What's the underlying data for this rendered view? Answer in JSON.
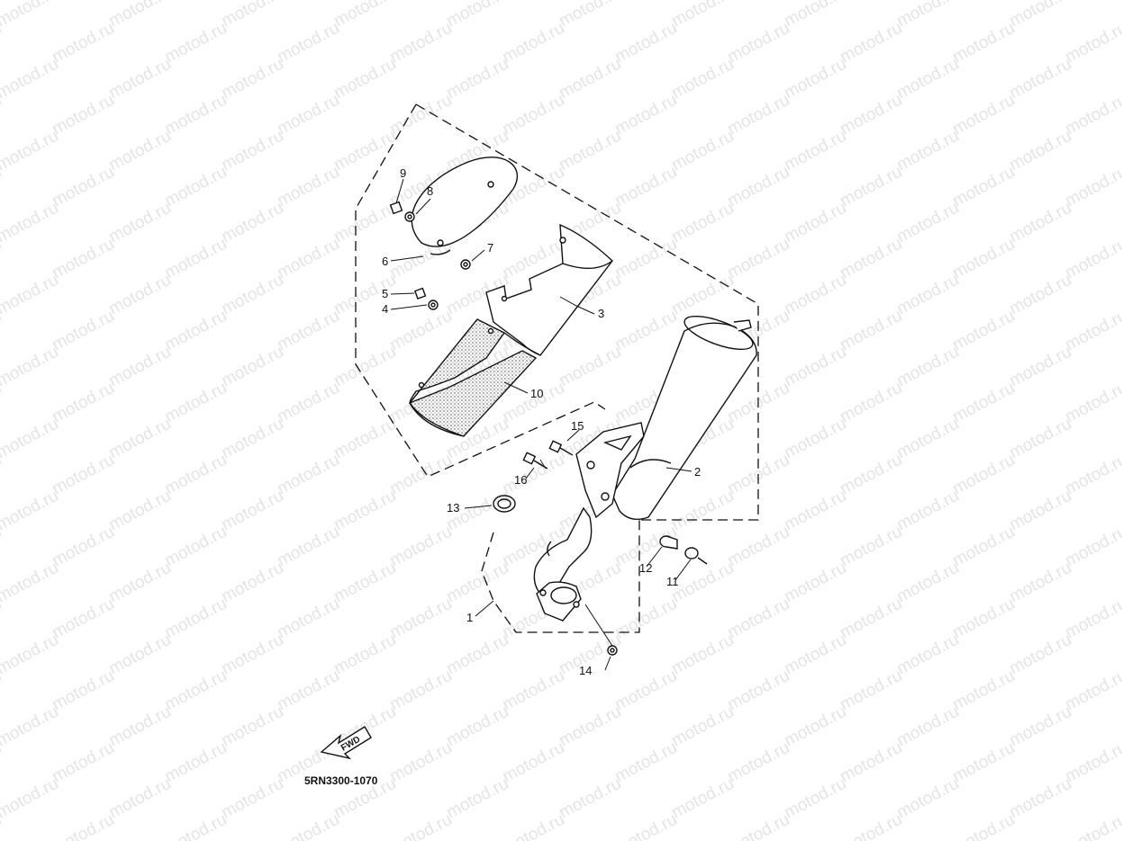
{
  "watermark": "motod.ru",
  "diagram_code": "5RN3300-1070",
  "direction_label": "FWD",
  "callouts": [
    {
      "id": "1",
      "label": "1"
    },
    {
      "id": "2",
      "label": "2"
    },
    {
      "id": "3",
      "label": "3"
    },
    {
      "id": "4",
      "label": "4"
    },
    {
      "id": "5",
      "label": "5"
    },
    {
      "id": "6",
      "label": "6"
    },
    {
      "id": "7",
      "label": "7"
    },
    {
      "id": "8",
      "label": "8"
    },
    {
      "id": "9",
      "label": "9"
    },
    {
      "id": "10",
      "label": "10"
    },
    {
      "id": "11",
      "label": "11"
    },
    {
      "id": "12",
      "label": "12"
    },
    {
      "id": "13",
      "label": "13"
    },
    {
      "id": "14",
      "label": "14"
    },
    {
      "id": "15",
      "label": "15"
    },
    {
      "id": "16",
      "label": "16"
    }
  ],
  "colors": {
    "line": "#111111",
    "watermark": "#e4e4e4",
    "background": "#ffffff",
    "shading": "#7a7a7a"
  }
}
